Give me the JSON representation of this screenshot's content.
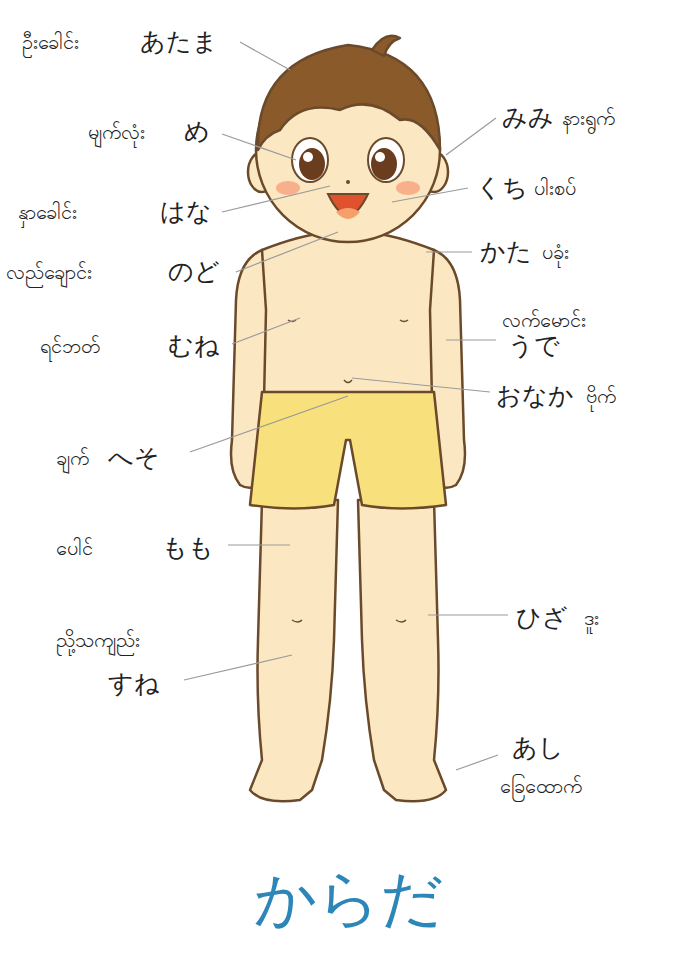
{
  "diagram": {
    "title": "からだ",
    "labels": [
      "ဦးခေါင်း",
      "あたま",
      "မျက်လုံး",
      "め",
      "နှာခေါင်း",
      "はな",
      "လည်ချောင်း",
      "のど",
      "ရင်ဘတ်",
      "むね",
      "ချက်",
      "へそ",
      "ပေါင်",
      "もも",
      "ညို့သကျည်း",
      "すね",
      "みみ",
      "နားရွက်",
      "くち",
      "ပါးစပ်",
      "かた",
      "ပခုံး",
      "လက်မောင်း",
      "うで",
      "おなか",
      "ဗိုက်",
      "ひざ",
      "ဒူး",
      "あし",
      "ခြေထောက်"
    ]
  }
}
